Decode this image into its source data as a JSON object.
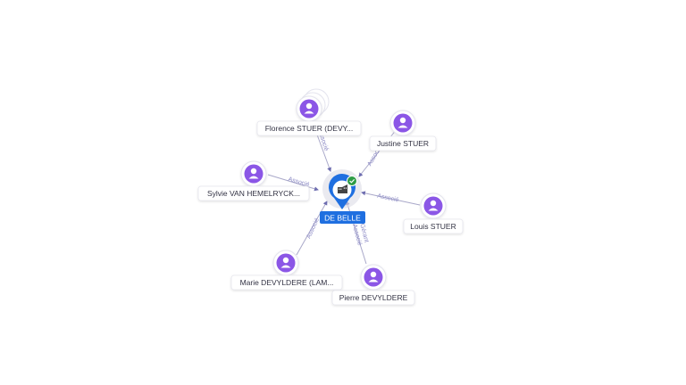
{
  "company": {
    "name": "DE BELLE",
    "icon": "building-icon",
    "status_icon": "check-icon",
    "colors": {
      "pin": "#1f6fe0",
      "status": "#2e9c46"
    }
  },
  "person_color": "#8b56e6",
  "people": [
    {
      "id": "florence",
      "name": "Florence STUER (DEVY...",
      "relation": "Associé"
    },
    {
      "id": "justine",
      "name": "Justine STUER",
      "relation": "Associé"
    },
    {
      "id": "sylvie",
      "name": "Sylvie VAN HEMELRYCK...",
      "relation": "Associé"
    },
    {
      "id": "louis",
      "name": "Louis STUER",
      "relation": "Associé"
    },
    {
      "id": "marie",
      "name": "Marie DEVYLDERE (LAM...",
      "relation": "Associé"
    },
    {
      "id": "pierre",
      "name": "Pierre DEVYLDERE",
      "relation": "Gérant",
      "relation2": "Associé"
    }
  ]
}
